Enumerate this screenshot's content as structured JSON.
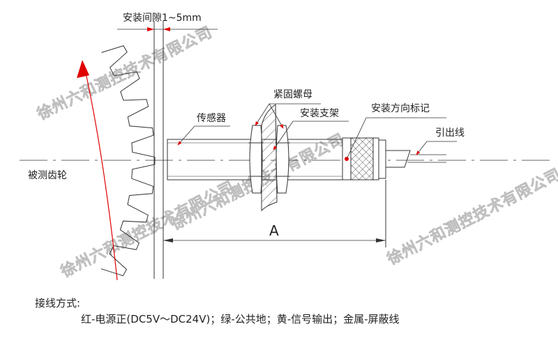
{
  "labels": {
    "gap": "安装间隙1~5mm",
    "sensor": "传感器",
    "lock_nut": "紧固螺母",
    "bracket": "安装支架",
    "direction_mark": "安装方向标记",
    "lead_wire": "引出线",
    "gear": "被测齿轮",
    "dimension": "A"
  },
  "wiring": {
    "title": "接线方式:",
    "description": "红-电源正(DC5V～DC24V)；绿-公共地；黄-信号输出；金属-屏蔽线"
  },
  "watermark": "徐州六和测控技术有限公司",
  "colors": {
    "line": "#222222",
    "accent": "#e00000",
    "watermark": "#d0d0d0"
  }
}
